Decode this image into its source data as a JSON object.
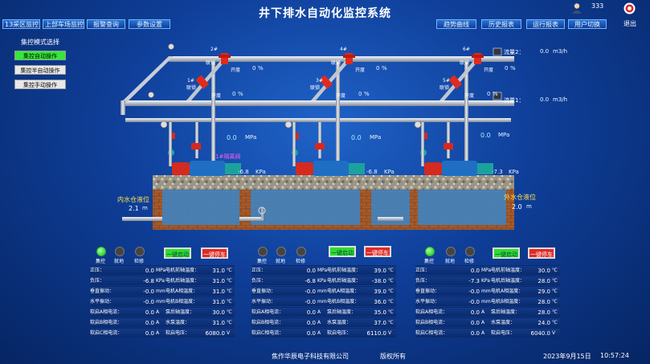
{
  "title": "井下排水自动化监控系统",
  "nav_left": [
    "13采区监控",
    "上部车场监控",
    "报警查询",
    "参数设置"
  ],
  "nav_right": [
    "趋势曲线",
    "历史报表",
    "运行报表",
    "用户切换"
  ],
  "user": {
    "name": "333",
    "exit_label": "退出"
  },
  "mode": {
    "title": "集控模式选择",
    "buttons": [
      {
        "label": "集控自动操作",
        "active": true
      },
      {
        "label": "集控半自动操作",
        "active": false
      },
      {
        "label": "集控手动操作",
        "active": false
      }
    ]
  },
  "flow": [
    {
      "label": "流量2：",
      "value": "0.0",
      "unit": "m3/h"
    },
    {
      "label": "流量1：",
      "value": "0.0",
      "unit": "m3/h"
    }
  ],
  "valves": [
    {
      "id": "2#",
      "tag": "联锁",
      "open_label": "开度",
      "open_value": "0",
      "unit": "%"
    },
    {
      "id": "1#",
      "tag": "联锁",
      "open_label": "开度",
      "open_value": "0",
      "unit": "%"
    },
    {
      "id": "4#",
      "tag": "联锁",
      "open_label": "开度",
      "open_value": "0",
      "unit": "%"
    },
    {
      "id": "3#",
      "tag": "联锁",
      "open_label": "开度",
      "open_value": "0",
      "unit": "%"
    },
    {
      "id": "6#",
      "tag": "联锁",
      "open_label": "开度",
      "open_value": "0",
      "unit": "%"
    },
    {
      "id": "5#",
      "tag": "联锁",
      "open_label": "开度",
      "open_value": "0",
      "unit": "%"
    }
  ],
  "pumps": [
    {
      "outlet": "0.0",
      "outlet_unit": "MPa",
      "inlet": "-6.8",
      "inlet_unit": "KPa"
    },
    {
      "outlet": "0.0",
      "outlet_unit": "MPa",
      "inlet": "-6.8",
      "inlet_unit": "KPa"
    },
    {
      "outlet": "0.0",
      "outlet_unit": "MPa",
      "inlet": "-7.3",
      "inlet_unit": "KPa"
    }
  ],
  "pump1_tag": "1#隔离阀",
  "tanks": {
    "inner": {
      "label": "内水仓液位",
      "value": "2.1",
      "unit": "m"
    },
    "outer": {
      "label": "外水仓液位",
      "value": "2.0",
      "unit": "m"
    }
  },
  "status_labels": [
    "集控",
    "就地",
    "检修"
  ],
  "panels": [
    {
      "start": "一键启动",
      "stop": "一键停车",
      "status_on": [
        true,
        false,
        false
      ],
      "left": [
        [
          "正压：",
          "0.0",
          "MPa"
        ],
        [
          "负压：",
          "-6.8",
          "KPa"
        ],
        [
          "垂直振动：",
          "-0.0",
          "mm"
        ],
        [
          "水平振动：",
          "-0.0",
          "mm"
        ],
        [
          "软启A相电流：",
          "0.0",
          "A"
        ],
        [
          "软启B相电流：",
          "0.0",
          "A"
        ],
        [
          "软启C相电流：",
          "0.0",
          "A"
        ]
      ],
      "right": [
        [
          "电机前轴温度：",
          "31.0",
          "℃"
        ],
        [
          "电机后轴温度：",
          "31.0",
          "℃"
        ],
        [
          "电机A相温度：",
          "31.0",
          "℃"
        ],
        [
          "电机B相温度：",
          "31.0",
          "℃"
        ],
        [
          "泵后轴温度：",
          "30.0",
          "℃"
        ],
        [
          "水泵温度：",
          "31.0",
          "℃"
        ],
        [
          "软启电压：",
          "6080.0",
          "V"
        ]
      ]
    },
    {
      "start": "一键启动",
      "stop": "一键停车",
      "status_on": [
        false,
        false,
        false
      ],
      "left": [
        [
          "正压：",
          "0.0",
          "MPa"
        ],
        [
          "负压：",
          "-6.8",
          "KPa"
        ],
        [
          "垂直振动：",
          "-0.0",
          "mm"
        ],
        [
          "水平振动：",
          "-0.0",
          "mm"
        ],
        [
          "软启A相电流：",
          "0.0",
          "A"
        ],
        [
          "软启B相电流：",
          "0.0",
          "A"
        ],
        [
          "软启C相电流：",
          "0.0",
          "A"
        ]
      ],
      "right": [
        [
          "电机前轴温度：",
          "39.0",
          "℃"
        ],
        [
          "电机后轴温度：",
          "-38.0",
          "℃"
        ],
        [
          "电机A相温度：",
          "39.0",
          "℃"
        ],
        [
          "电机B相温度：",
          "36.0",
          "℃"
        ],
        [
          "泵后轴温度：",
          "35.0",
          "℃"
        ],
        [
          "水泵温度：",
          "37.0",
          "℃"
        ],
        [
          "软启电压：",
          "6110.0",
          "V"
        ]
      ]
    },
    {
      "start": "一键启动",
      "stop": "一键停车",
      "status_on": [
        true,
        false,
        false
      ],
      "left": [
        [
          "正压：",
          "0.0",
          "MPa"
        ],
        [
          "负压：",
          "-7.3",
          "KPa"
        ],
        [
          "垂直振动：",
          "-0.0",
          "mm"
        ],
        [
          "水平振动：",
          "-0.0",
          "mm"
        ],
        [
          "软启A相电流：",
          "0.0",
          "A"
        ],
        [
          "软启B相电流：",
          "0.0",
          "A"
        ],
        [
          "软启C相电流：",
          "0.0",
          "A"
        ]
      ],
      "right": [
        [
          "电机前轴温度：",
          "30.0",
          "℃"
        ],
        [
          "电机后轴温度：",
          "28.0",
          "℃"
        ],
        [
          "电机A相温度：",
          "29.0",
          "℃"
        ],
        [
          "电机B相温度：",
          "28.0",
          "℃"
        ],
        [
          "泵后轴温度：",
          "28.0",
          "℃"
        ],
        [
          "水泵温度：",
          "24.0",
          "℃"
        ],
        [
          "软启电压：",
          "6040.0",
          "V"
        ]
      ]
    }
  ],
  "footer": {
    "company": "焦作华辰电子科技有限公司",
    "rights": "版权所有",
    "date": "2023年9月15日",
    "time": "10:57:24"
  },
  "colors": {
    "background": "#0f3f9a",
    "active_green": "#34e83a",
    "stop_red": "#e02a2a",
    "pipe": "#d8dde6"
  }
}
